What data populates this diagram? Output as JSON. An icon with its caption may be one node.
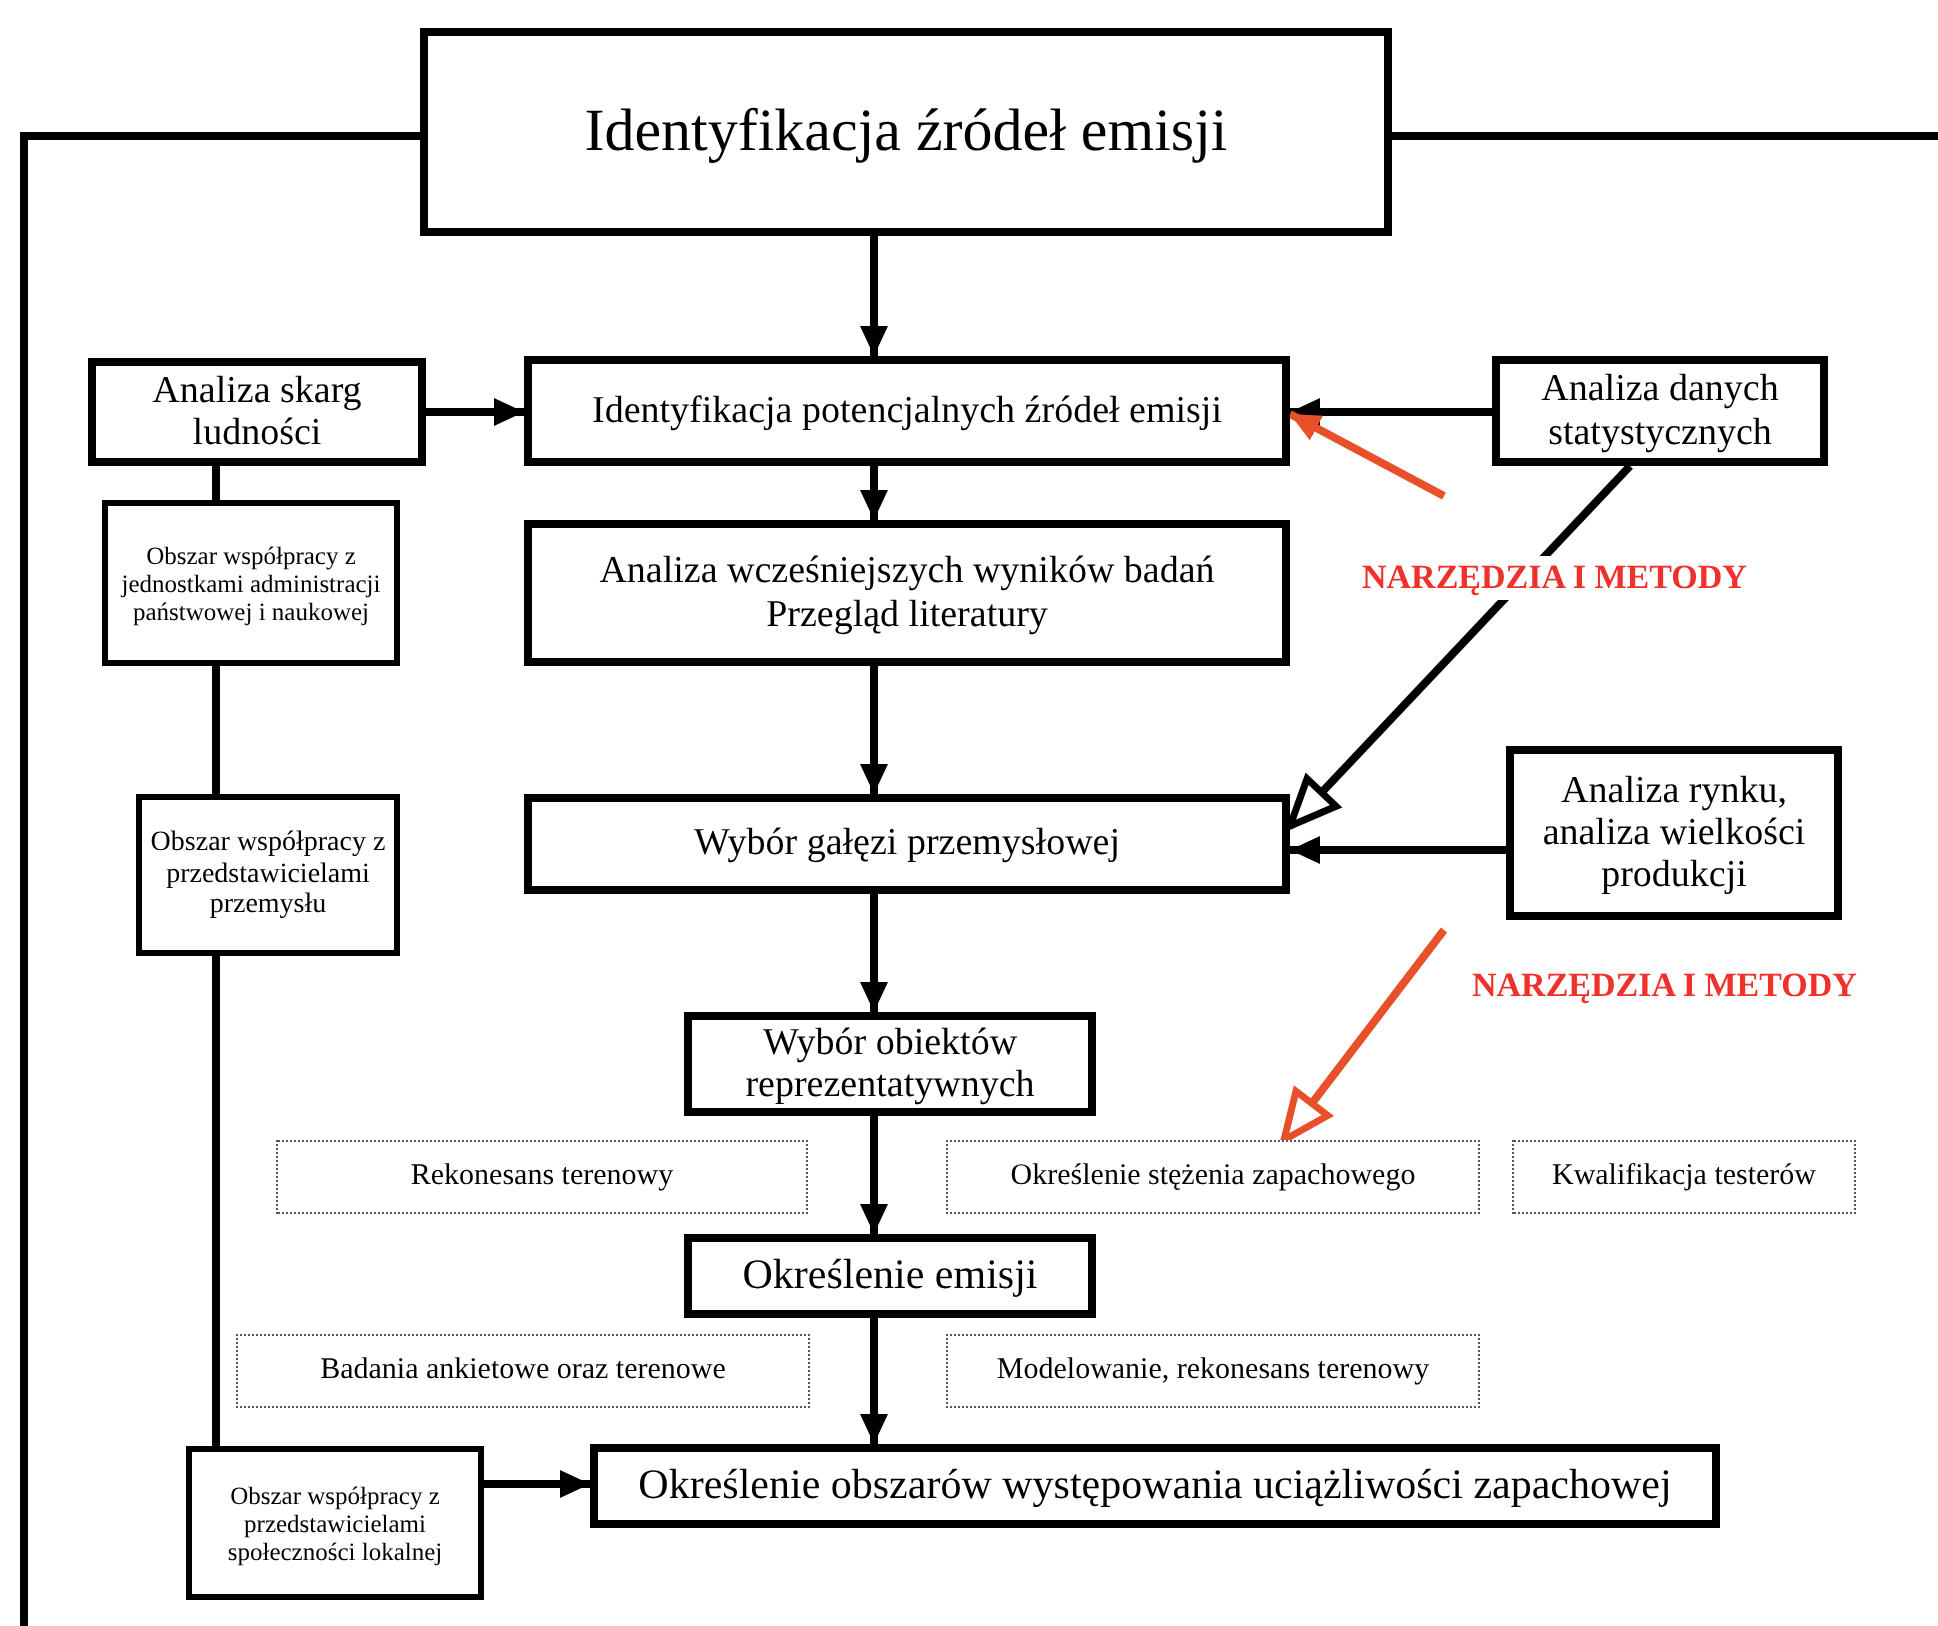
{
  "diagram": {
    "nodes": [
      {
        "text": [
          "Identyfikacja źródeł emisji"
        ]
      },
      {
        "text": [
          "Analiza skarg ludności"
        ]
      },
      {
        "text": [
          "Identyfikacja potencjalnych źródeł emisji"
        ]
      },
      {
        "text": [
          "Analiza danych statystycznych"
        ]
      },
      {
        "text": [
          "Obszar współpracy z jednostkami administracji państwowej i naukowej"
        ]
      },
      {
        "text": [
          "Analiza wcześniejszych wyników badań",
          "Przegląd literatury"
        ]
      },
      {
        "text": [
          "Wybór gałęzi przemysłowej"
        ]
      },
      {
        "text": [
          "Obszar współpracy z przedstawicielami przemysłu"
        ]
      },
      {
        "text": [
          "Analiza rynku, analiza wielkości produkcji"
        ]
      },
      {
        "text": [
          "Wybór obiektów reprezentatywnych"
        ]
      },
      {
        "text": [
          "Rekonesans terenowy"
        ]
      },
      {
        "text": [
          "Określenie stężenia zapachowego"
        ]
      },
      {
        "text": [
          "Kwalifikacja testerów"
        ]
      },
      {
        "text": [
          "Określenie emisji"
        ]
      },
      {
        "text": [
          "Badania ankietowe oraz terenowe"
        ]
      },
      {
        "text": [
          "Modelowanie, rekonesans terenowy"
        ]
      },
      {
        "text": [
          "Obszar współpracy z przedstawicielami społeczności lokalnej"
        ]
      },
      {
        "text": [
          "Określenie obszarów występowania uciążliwości zapachowej"
        ]
      }
    ],
    "edges": [
      {
        "from": 0,
        "to": 2,
        "arrow": "to"
      },
      {
        "from": 1,
        "to": 2,
        "arrow": "to"
      },
      {
        "from": 3,
        "to": 2,
        "arrow": "to"
      },
      {
        "from": null,
        "to": 2,
        "arrow": "to",
        "color": "#e8502a"
      },
      {
        "from": 3,
        "to": 6,
        "arrow": "to"
      },
      {
        "from": 8,
        "to": 6,
        "arrow": "to"
      },
      {
        "from": null,
        "to": 11,
        "arrow": "to",
        "color": "#e8502a"
      },
      {
        "from": 2,
        "to": 5,
        "arrow": "to"
      },
      {
        "from": 5,
        "to": 6,
        "arrow": "to"
      },
      {
        "from": 6,
        "to": 9,
        "arrow": "to"
      },
      {
        "from": 9,
        "to": 13,
        "arrow": "to"
      },
      {
        "from": 13,
        "to": 17,
        "arrow": "to"
      },
      {
        "from": 16,
        "to": 17,
        "arrow": "to"
      },
      {
        "from": 1,
        "to": 4,
        "arrow": "none"
      },
      {
        "from": 4,
        "to": 7,
        "arrow": "none"
      },
      {
        "from": 7,
        "to": 16,
        "arrow": "none"
      },
      {
        "from": 0,
        "to": null,
        "arrow": "none"
      },
      {
        "from": 0,
        "to": null,
        "arrow": "none"
      }
    ],
    "labels": [
      "NARZĘDZIA I METODY",
      "NARZĘDZIA I METODY"
    ]
  }
}
